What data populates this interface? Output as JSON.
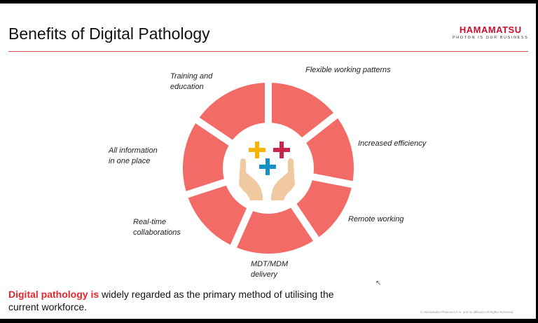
{
  "slide": {
    "title": "Benefits of Digital Pathology",
    "logo": {
      "brand": "HAMAMATSU",
      "tagline": "PHOTON IS OUR BUSINESS"
    },
    "benefits": [
      "Training and education",
      "Flexible working patterns",
      "Increased efficiency",
      "Remote working",
      "MDT/MDM delivery",
      "Real-time collaborations",
      "All information in one place"
    ],
    "labels": {
      "training_1": "Training and",
      "training_2": "education",
      "flexible": "Flexible working patterns",
      "efficiency": "Increased efficiency",
      "remote": "Remote working",
      "mdt_1": "MDT/MDM",
      "mdt_2": "delivery",
      "realtime_1": "Real-time",
      "realtime_2": "collaborations",
      "allinfo_1": "All information",
      "allinfo_2": "in one place"
    },
    "statement": {
      "highlight": "Digital pathology is",
      "rest_1": " widely regarded as the primary method of utilising the",
      "rest_2": "current workforce."
    },
    "copyright": "© Hamamatsu Photonics K.K. and its affiliates All Rights Reserved.",
    "colors": {
      "segment": "#f26b67",
      "accent": "#e8272a",
      "plus_yellow": "#f5b400",
      "plus_red": "#c8254a",
      "plus_blue": "#1591c8",
      "hands": "#f0c9a0"
    },
    "icons": {
      "center": "hands-with-plus-icon"
    }
  }
}
